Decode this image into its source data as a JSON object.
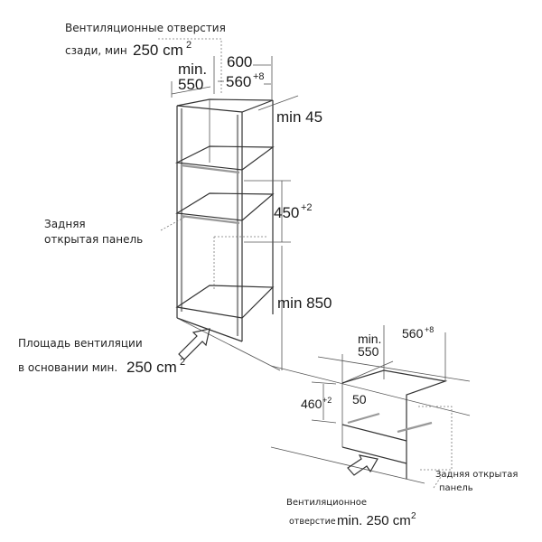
{
  "top_vent": {
    "line1": "Вентиляционные отверстия",
    "line2": "сзади, мин",
    "value": "250 cm",
    "sup": "2"
  },
  "tall_cabinet": {
    "depth_min": "min.",
    "depth_val": "550",
    "width_outer": "600",
    "width_inner": "560",
    "width_inner_tol": "+8",
    "gap": "min 45",
    "niche_height": "450",
    "niche_height_tol": "+2",
    "floor_height": "min 850",
    "rear_panel": {
      "line1": "Задняя",
      "line2": "открытая панель"
    },
    "base_vent": {
      "line1": "Площадь вентиляции",
      "line2": "в основании мин.",
      "value": "250 cm",
      "sup": "2"
    }
  },
  "under_counter": {
    "depth_min": "min.",
    "depth_val": "550",
    "width_inner": "560",
    "width_inner_tol": "+8",
    "height": "460",
    "height_tol": "+2",
    "offset": "50",
    "rear_panel": {
      "line1": "Задняя открытая",
      "line2": "панель"
    },
    "vent": {
      "line1": "Вентиляционное",
      "line2": "отверстие",
      "value": "min. 250 cm",
      "sup": "2"
    }
  }
}
